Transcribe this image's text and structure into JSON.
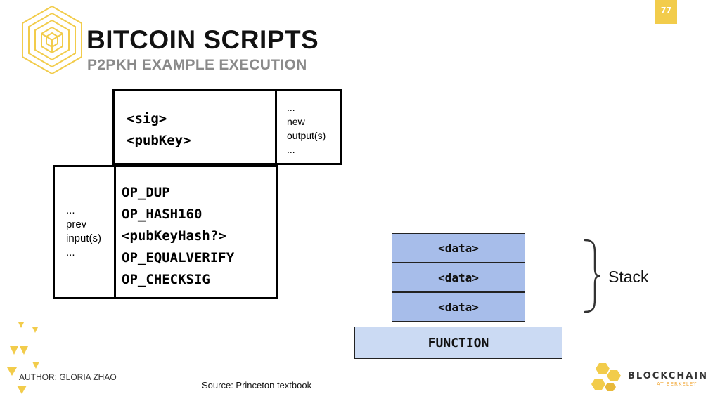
{
  "header": {
    "title": "BITCOIN SCRIPTS",
    "subtitle": "P2PKH EXAMPLE EXECUTION",
    "page_number": "77"
  },
  "colors": {
    "accent_yellow": "#f2cc4b",
    "stack_blue": "#a7bdea",
    "function_blue": "#cbdaf3"
  },
  "tx_new": {
    "script_lines": [
      "<sig>",
      "<pubKey>"
    ],
    "side_lines": [
      "...",
      "new",
      "output(s)",
      "..."
    ]
  },
  "tx_prev": {
    "side_lines": [
      "...",
      "prev",
      "input(s)",
      "..."
    ],
    "script_lines": [
      "OP_DUP",
      "OP_HASH160",
      "<pubKeyHash?>",
      "OP_EQUALVERIFY",
      "OP_CHECKSIG"
    ]
  },
  "stack": {
    "items": [
      "<data>",
      "<data>",
      "<data>"
    ],
    "function_label": "FUNCTION",
    "label": "Stack"
  },
  "footer": {
    "author": "AUTHOR: GLORIA ZHAO",
    "source": "Source: Princeton textbook",
    "brand_top": "BLOCKCHAIN",
    "brand_bottom": "AT BERKELEY"
  }
}
